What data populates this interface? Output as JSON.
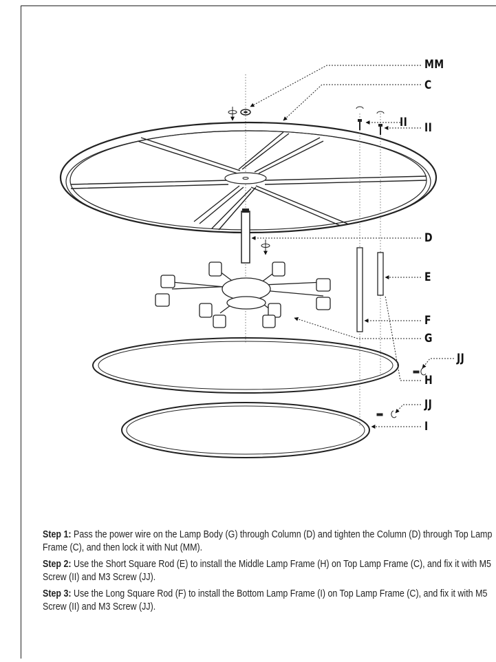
{
  "parts": {
    "mm": "MM",
    "c": "C",
    "ii_a": "II",
    "ii_b": "II",
    "d": "D",
    "e": "E",
    "f": "F",
    "g": "G",
    "jj_a": "JJ",
    "h": "H",
    "jj_b": "JJ",
    "i": "I"
  },
  "steps": [
    {
      "title": "Step 1:",
      "text": " Pass the power wire on the Lamp Body (G) through Column (D) and tighten the Column (D) through Top Lamp Frame (C), and then lock it with Nut (MM)."
    },
    {
      "title": "Step 2:",
      "text": " Use the Short Square Rod (E) to install the Middle Lamp Frame (H) on Top Lamp Frame (C), and fix it with M5 Screw (II) and M3 Screw (JJ)."
    },
    {
      "title": "Step 3:",
      "text": " Use the Long Square Rod (F) to install the Bottom Lamp Frame (I) on Top Lamp Frame (C), and fix it with M5 Screw (II) and M3 Screw (JJ)."
    }
  ]
}
